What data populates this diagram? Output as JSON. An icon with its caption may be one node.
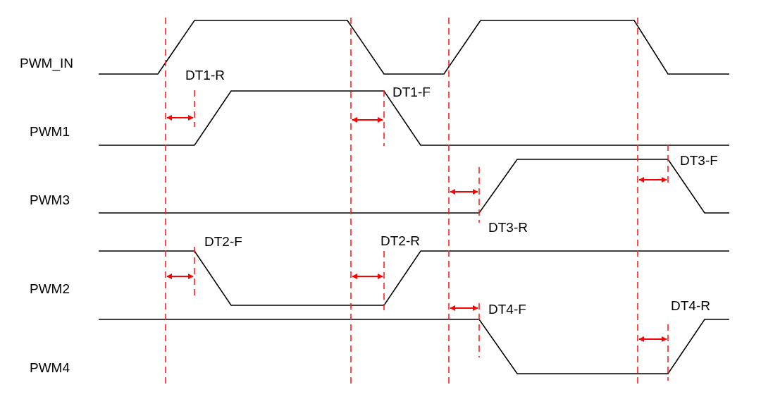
{
  "diagram": {
    "labels": [
      "PWM_IN",
      "DT1-R",
      "DT1-F",
      "PWM1",
      "DT3-F",
      "PWM3",
      "DT3-R",
      "DT2-F",
      "DT2-R",
      "PWM2",
      "DT4-F",
      "DT4-R",
      "PWM4"
    ]
  }
}
